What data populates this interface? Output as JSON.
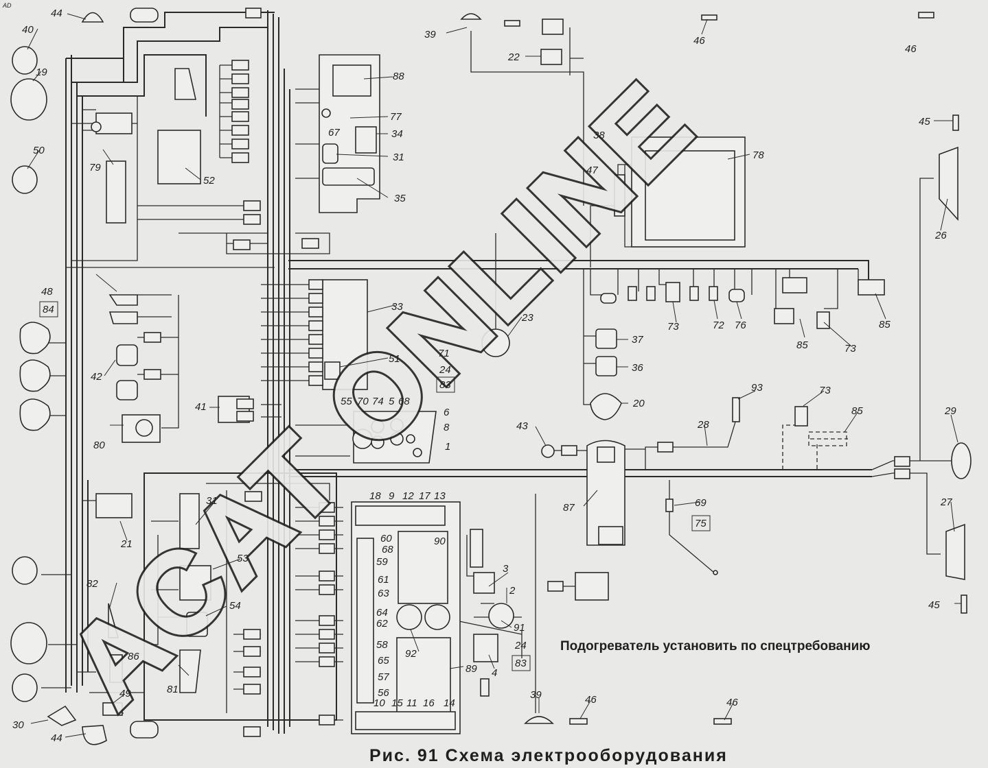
{
  "corner_tag": "AD",
  "caption": "Рис. 91  Схема электрооборудования",
  "note": "Подогреватель установить по спецтребованию",
  "watermark": "ACAT ONLINE",
  "labels": [
    "1",
    "2",
    "3",
    "4",
    "5",
    "6",
    "8",
    "9",
    "10",
    "11",
    "12",
    "13",
    "14",
    "15",
    "16",
    "17",
    "18",
    "19",
    "20",
    "21",
    "22",
    "23",
    "24",
    "26",
    "27",
    "28",
    "29",
    "30",
    "31",
    "33",
    "34",
    "35",
    "36",
    "37",
    "38",
    "39",
    "40",
    "41",
    "42",
    "43",
    "44",
    "45",
    "46",
    "47",
    "48",
    "49",
    "50",
    "51",
    "52",
    "53",
    "54",
    "55",
    "56",
    "57",
    "58",
    "59",
    "60",
    "61",
    "62",
    "63",
    "64",
    "65",
    "67",
    "68",
    "69",
    "70",
    "71",
    "72",
    "73",
    "74",
    "75",
    "76",
    "77",
    "78",
    "79",
    "80",
    "81",
    "82",
    "83",
    "84",
    "85",
    "86",
    "87",
    "88",
    "89",
    "90",
    "91",
    "92",
    "93"
  ]
}
